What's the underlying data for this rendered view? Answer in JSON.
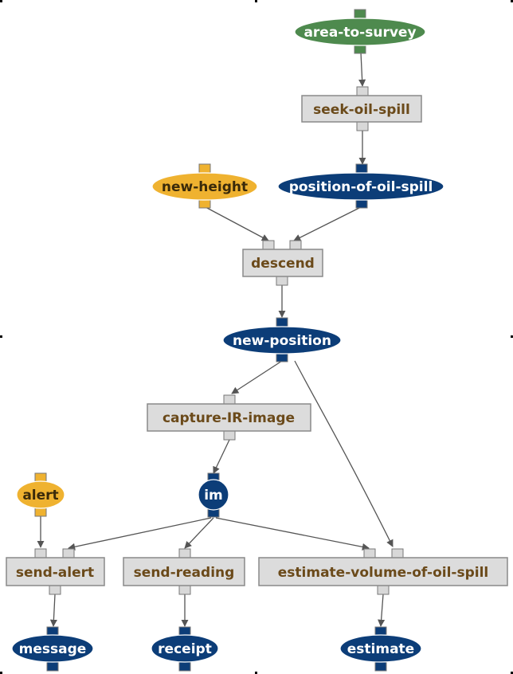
{
  "colors": {
    "start_fill": "#4e8a4e",
    "blue_fill": "#0c3d78",
    "input_fill": "#efb230",
    "process_fill": "#dcdcdc",
    "process_text": "#6b4a1a",
    "light_text": "#ffffff",
    "input_text": "#3a2a0a",
    "edge": "#555555",
    "port_light": "#d8d8d8",
    "port_blue": "#0c3d78",
    "port_orange": "#efb230",
    "port_green": "#4e8a4e"
  },
  "nodes": {
    "area_to_survey": "area-to-survey",
    "seek_oil_spill": "seek-oil-spill",
    "new_height": "new-height",
    "position_of_oil_spill": "position-of-oil-spill",
    "descend": "descend",
    "new_position": "new-position",
    "capture_ir_image": "capture-IR-image",
    "im": "im",
    "alert": "alert",
    "send_alert": "send-alert",
    "send_reading": "send-reading",
    "estimate_volume": "estimate-volume-of-oil-spill",
    "message": "message",
    "receipt": "receipt",
    "estimate": "estimate"
  }
}
